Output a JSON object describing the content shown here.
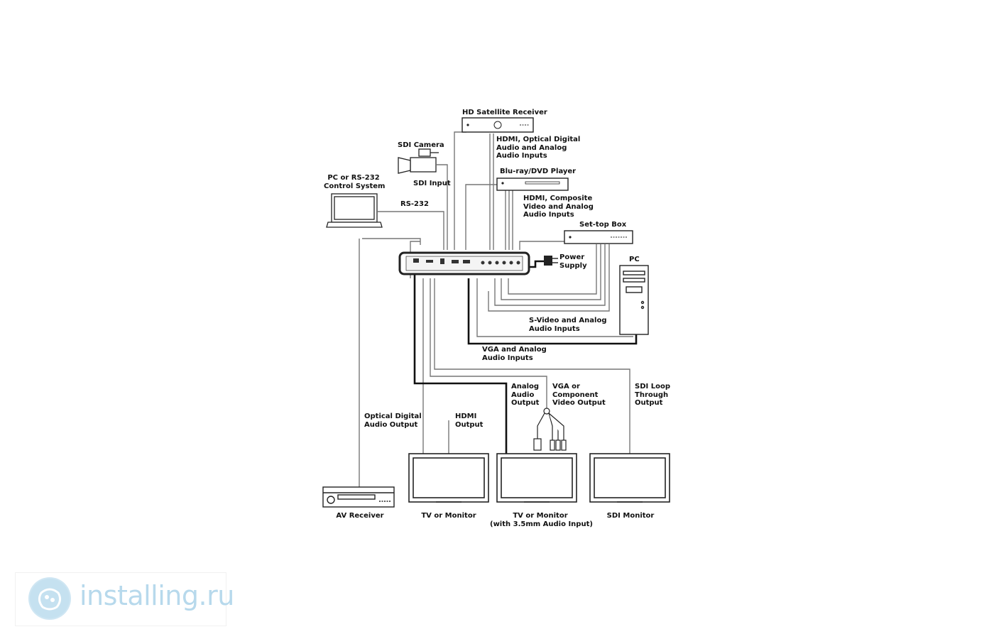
{
  "devices": {
    "hd_satellite_receiver": "HD Satellite Receiver",
    "sdi_camera": "SDI Camera",
    "pc_rs232": "PC or RS-232\nControl System",
    "bluray_dvd": "Blu-ray/DVD Player",
    "set_top_box": "Set-top Box",
    "pc": "PC",
    "power_supply": "Power\nSupply",
    "av_receiver": "AV Receiver",
    "tv_monitor": "TV or Monitor",
    "tv_monitor_35": "TV or Monitor\n(with 3.5mm Audio Input)",
    "sdi_monitor": "SDI Monitor"
  },
  "connections": {
    "satellite_inputs": "HDMI, Optical Digital\nAudio and Analog\nAudio Inputs",
    "sdi_input": "SDI Input",
    "rs232": "RS-232",
    "bluray_inputs": "HDMI, Composite\nVideo and Analog\nAudio Inputs",
    "svideo_inputs": "S-Video and Analog\nAudio Inputs",
    "vga_inputs": "VGA and Analog\nAudio Inputs",
    "optical_output": "Optical Digital\nAudio Output",
    "hdmi_output": "HDMI\nOutput",
    "analog_output": "Analog\nAudio\nOutput",
    "vga_component_output": "VGA or\nComponent\nVideo Output",
    "sdi_loop": "SDI Loop\nThrough\nOutput"
  },
  "watermark": {
    "text": "installing.ru"
  },
  "colors": {
    "line": "#1a1a1a",
    "cable": "#888888",
    "watermark": "#b7d9ec"
  }
}
